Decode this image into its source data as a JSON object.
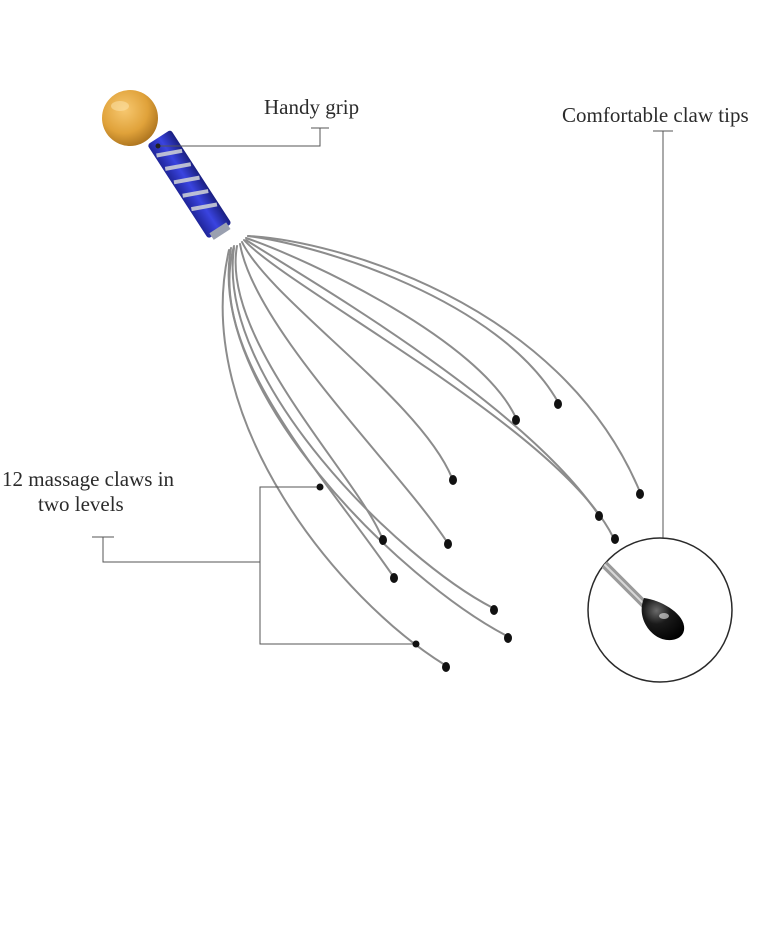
{
  "product": {
    "knob_color": "#e0a23a",
    "handle_color": "#2f36c9",
    "stripe_color": "#c9ccd6",
    "wire_color": "#8c8c8c",
    "tip_color": "#111111"
  },
  "labels": {
    "grip": "Handy grip",
    "tips": "Comfortable claw tips",
    "claws_line1": "12 massage claws in",
    "claws_line2": "two levels"
  }
}
